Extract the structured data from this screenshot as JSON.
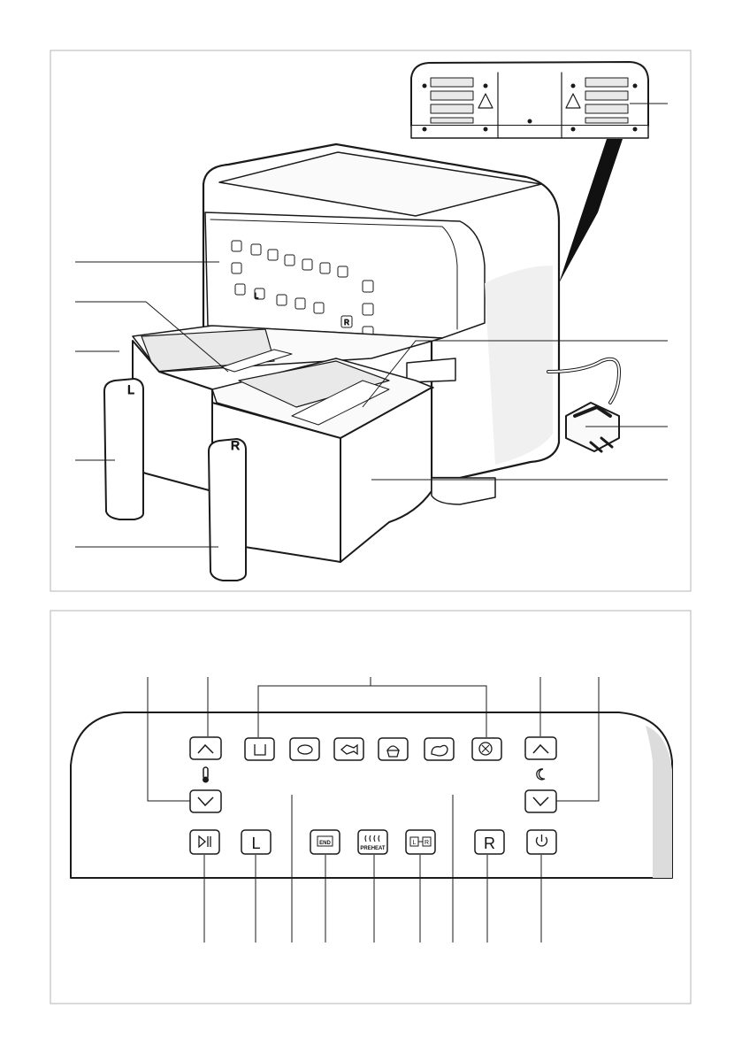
{
  "figure_top": {
    "caption": "",
    "labels": {
      "control_panel": "L",
      "drawer_left": "L",
      "drawer_right": "R",
      "panel_r": "R"
    },
    "icons": [
      "temp-up-icon",
      "fries-icon",
      "steak-icon",
      "chicken-icon",
      "fish-icon",
      "cake-icon",
      "vegetables-icon",
      "time-up-icon",
      "temp-down-icon",
      "time-down-icon",
      "start-pause-icon",
      "left-zone-icon",
      "sync-finish-icon",
      "preheat-icon",
      "match-icon",
      "right-zone-icon",
      "power-icon"
    ]
  },
  "figure_bottom": {
    "caption": "",
    "buttons": {
      "start_pause": "",
      "left_zone": "L",
      "sync_finish": "END",
      "preheat": "PREHEAT",
      "match_left": "L",
      "match_right": "R",
      "right_zone": "R"
    }
  },
  "colors": {
    "line": "#1a1a1a",
    "frame": "#b5b5b5",
    "shade": "#e9e9e9",
    "panel_bg": "#ffffff"
  }
}
